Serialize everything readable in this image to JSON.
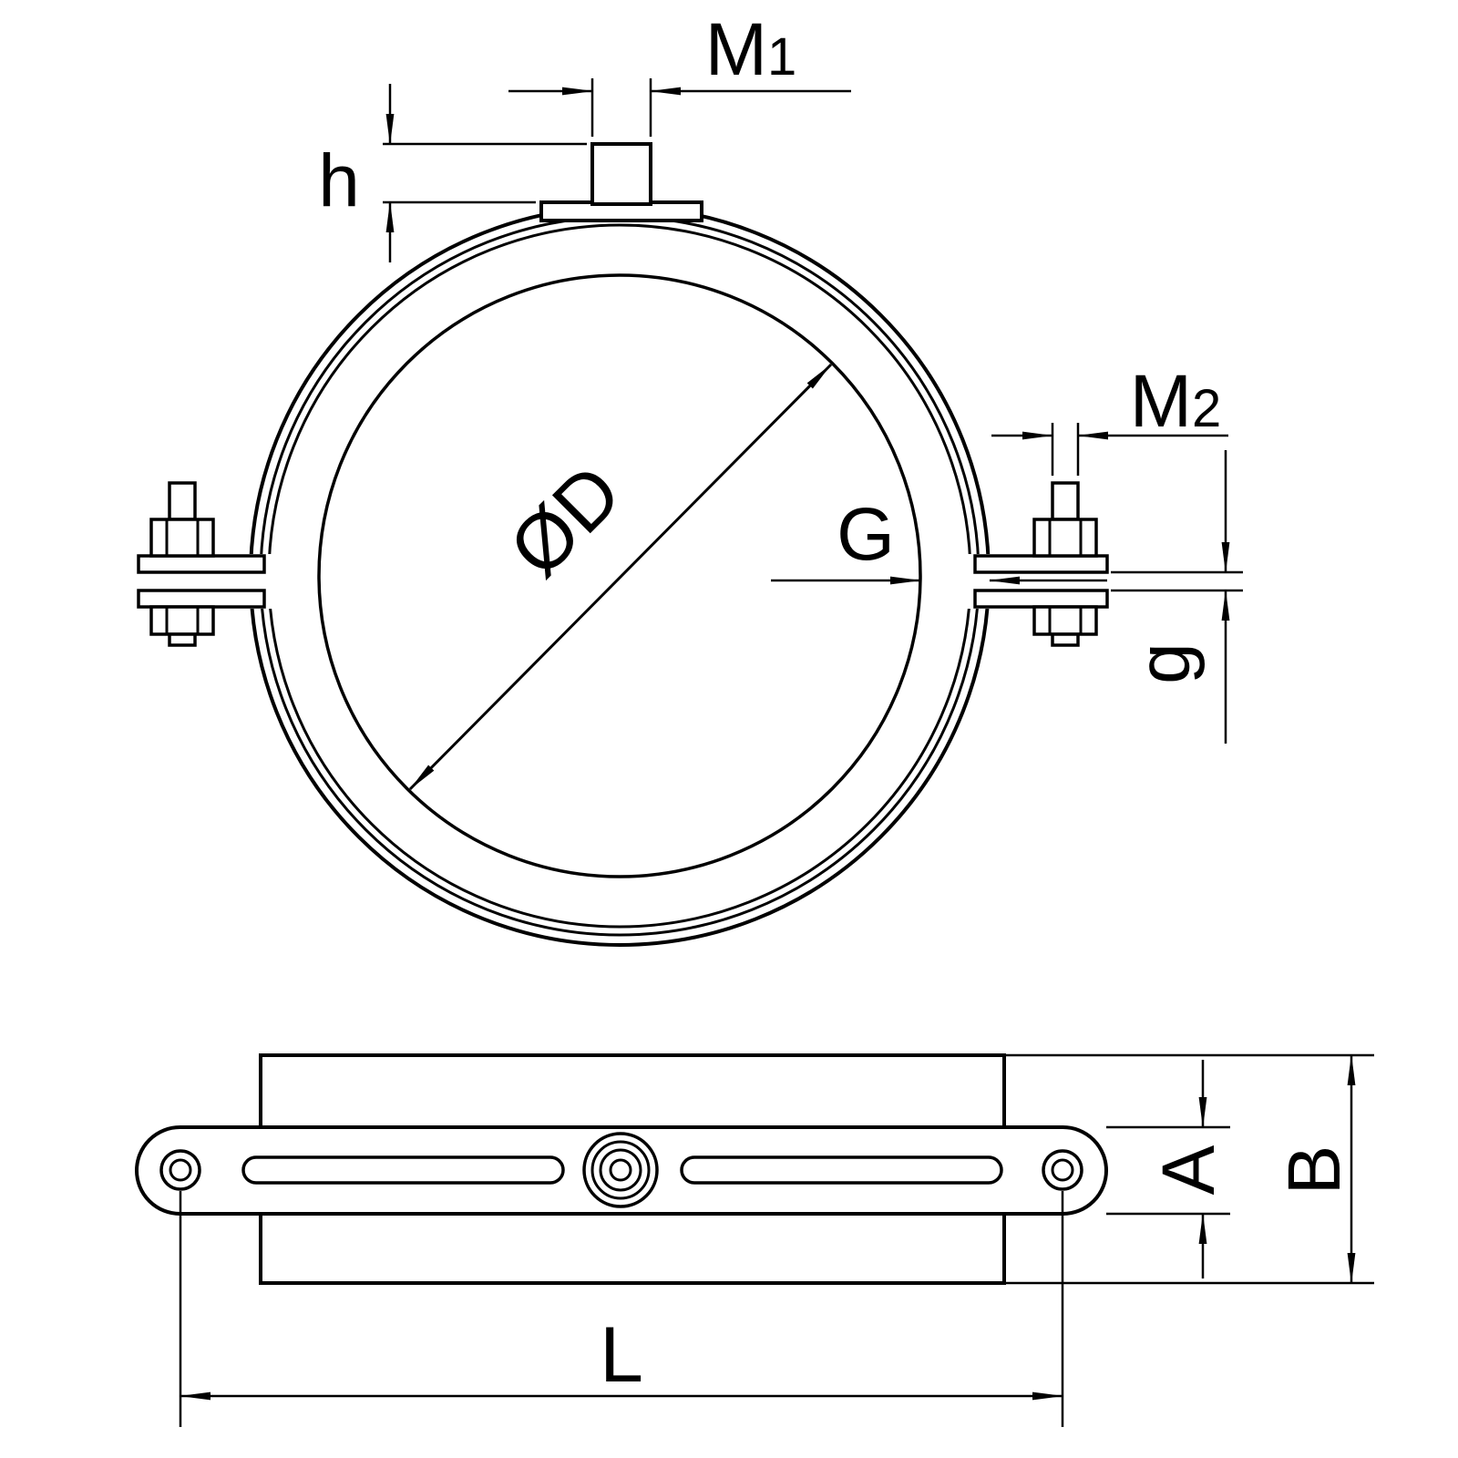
{
  "labels": {
    "m1_base": "M",
    "m1_sub": "1",
    "m2_base": "M",
    "m2_sub": "2",
    "h": "h",
    "diameter": "ØD",
    "g_upper": "G",
    "g_lower": "g",
    "a": "A",
    "b": "B",
    "l": "L"
  },
  "colors": {
    "line": "#000000",
    "background": "#ffffff"
  }
}
